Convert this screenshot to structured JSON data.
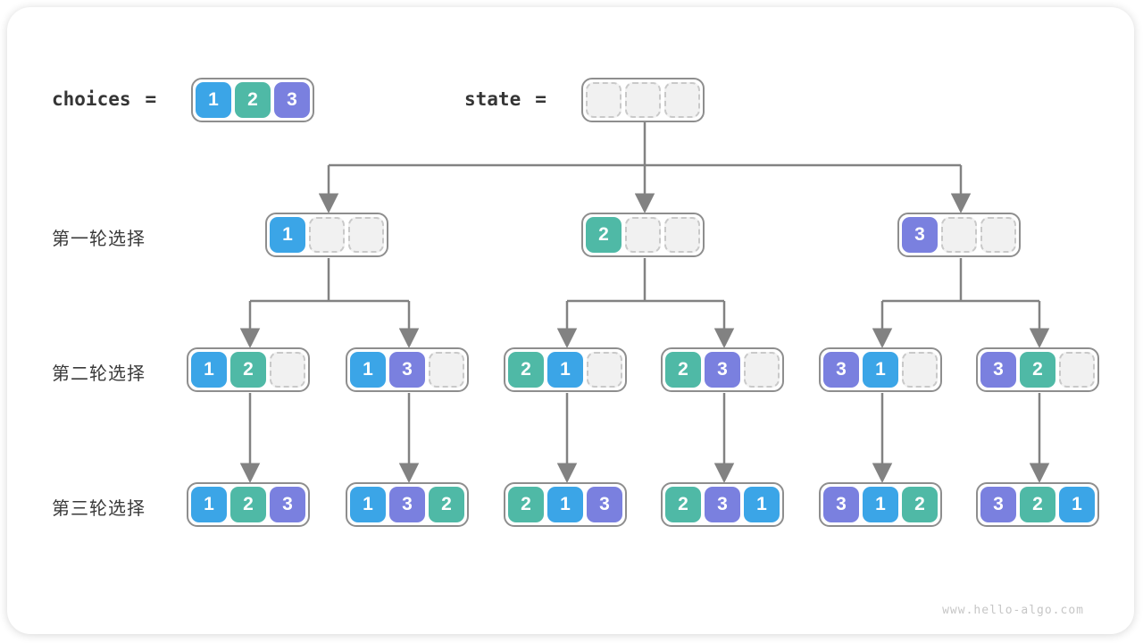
{
  "palette": {
    "1": "#3ba5e7",
    "2": "#4fb9a6",
    "3": "#7a80df"
  },
  "header": {
    "choices_label": "choices",
    "choices_eq": "=",
    "state_label": "state",
    "state_eq": "="
  },
  "choices": {
    "cells": [
      "1",
      "2",
      "3"
    ]
  },
  "state": {
    "cells": [
      "",
      "",
      ""
    ]
  },
  "rows": [
    {
      "label": "第一轮选择",
      "nodes": [
        [
          "1",
          "",
          ""
        ],
        [
          "2",
          "",
          ""
        ],
        [
          "3",
          "",
          ""
        ]
      ]
    },
    {
      "label": "第二轮选择",
      "nodes": [
        [
          "1",
          "2",
          ""
        ],
        [
          "1",
          "3",
          ""
        ],
        [
          "2",
          "1",
          ""
        ],
        [
          "2",
          "3",
          ""
        ],
        [
          "3",
          "1",
          ""
        ],
        [
          "3",
          "2",
          ""
        ]
      ]
    },
    {
      "label": "第三轮选择",
      "nodes": [
        [
          "1",
          "2",
          "3"
        ],
        [
          "1",
          "3",
          "2"
        ],
        [
          "2",
          "1",
          "3"
        ],
        [
          "2",
          "3",
          "1"
        ],
        [
          "3",
          "1",
          "2"
        ],
        [
          "3",
          "2",
          "1"
        ]
      ]
    }
  ],
  "watermark": "www.hello-algo.com"
}
